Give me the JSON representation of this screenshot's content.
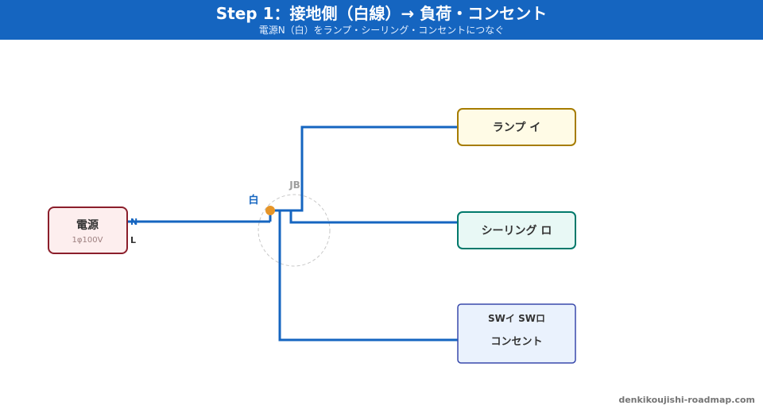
{
  "header": {
    "title": "Step 1：接地側（白線）→ 負荷・コンセント",
    "subtitle": "電源N（白）をランプ・シーリング・コンセントにつなぐ"
  },
  "power": {
    "label": "電源",
    "spec": "1φ100V",
    "terminal_n": "N",
    "terminal_l": "L"
  },
  "junction": {
    "label": "JB",
    "wire_label": "白"
  },
  "loads": {
    "lamp": "ランプ イ",
    "ceiling": "シーリング ロ",
    "outlet_line1": "SWイ SWロ",
    "outlet_line2": "コンセント"
  },
  "colors": {
    "header_bg": "#1565c0",
    "wire": "#1565c0",
    "junction_dot": "#e69528",
    "power_border": "#8b1e2b",
    "power_fill": "#fdeeee",
    "lamp_border": "#a67c00",
    "lamp_fill": "#fffbe6",
    "ceiling_border": "#00796b",
    "ceiling_fill": "#e8f8f5",
    "outlet_border": "#3949ab",
    "outlet_fill": "#eaf2fd"
  },
  "footer": {
    "site": "denkikoujishi-roadmap.com"
  }
}
